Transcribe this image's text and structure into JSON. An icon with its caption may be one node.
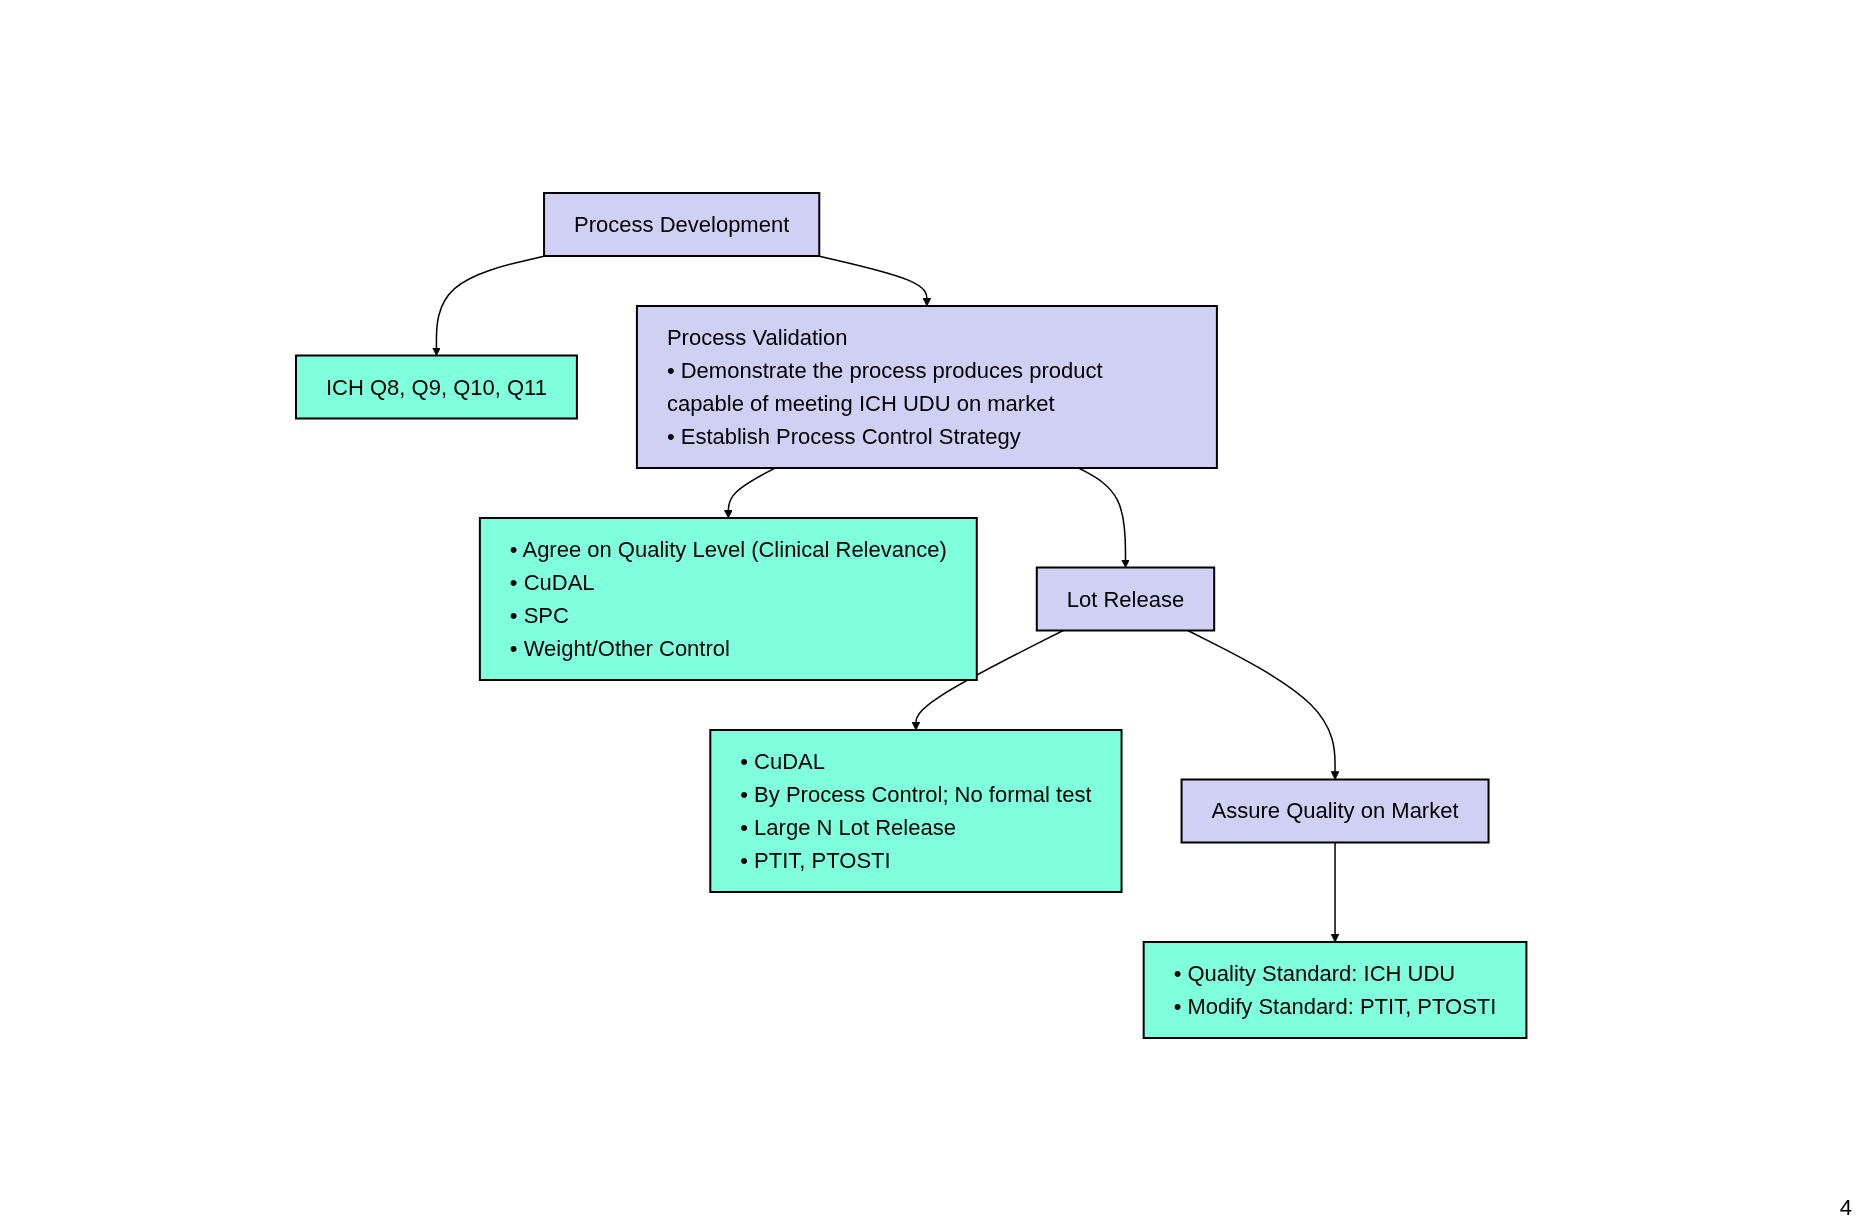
{
  "diagram": {
    "nodes": [
      {
        "text": [
          "Process Development"
        ]
      },
      {
        "text": [
          "ICH Q8, Q9, Q10, Q11"
        ]
      },
      {
        "text": [
          "Process Validation",
          "• Demonstrate the process produces product capable of meeting ICH UDU on market",
          "• Establish Process Control Strategy"
        ]
      },
      {
        "text": [
          "• Agree on Quality Level (Clinical Relevance)",
          "• CuDAL",
          "• SPC",
          "• Weight/Other Control"
        ]
      },
      {
        "text": [
          "Lot Release"
        ]
      },
      {
        "text": [
          "• CuDAL",
          "• By Process Control; No formal test",
          "• Large N Lot Release",
          "• PTIT, PTOSTI"
        ]
      },
      {
        "text": [
          "Assure Quality on Market"
        ]
      },
      {
        "text": [
          "• Quality Standard: ICH UDU",
          "• Modify Standard: PTIT, PTOSTI"
        ]
      }
    ],
    "edges": [
      {
        "from": 0,
        "to": 1,
        "arrow": "to"
      },
      {
        "from": 0,
        "to": 2,
        "arrow": "to"
      },
      {
        "from": 2,
        "to": 3,
        "arrow": "to"
      },
      {
        "from": 2,
        "to": 4,
        "arrow": "to"
      },
      {
        "from": 4,
        "to": 5,
        "arrow": "to"
      },
      {
        "from": 4,
        "to": 6,
        "arrow": "to"
      },
      {
        "from": 6,
        "to": 7,
        "arrow": "to"
      }
    ],
    "labels": [
      "4"
    ]
  }
}
